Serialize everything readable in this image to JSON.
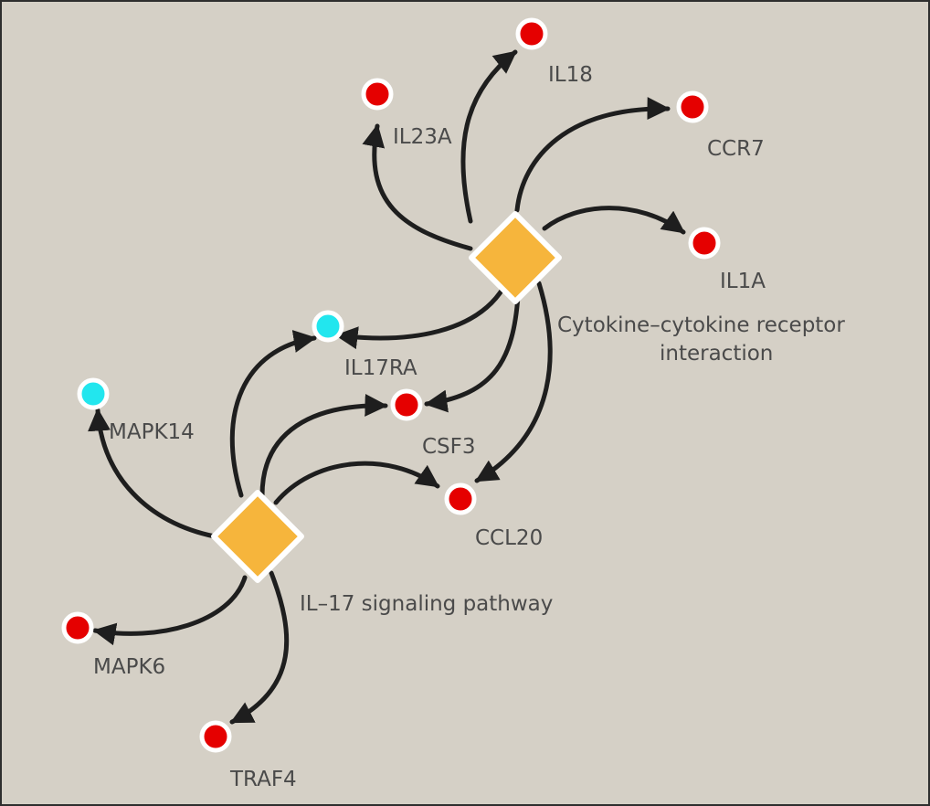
{
  "colors": {
    "background": "#d5d0c6",
    "pathway": "#f6b53c",
    "gene_red": "#e50000",
    "gene_cyan": "#22e6ee",
    "edge": "#1e1e1e",
    "label": "#4a4a4a"
  },
  "pathways": [
    {
      "id": "cytokine",
      "label_lines": [
        "Cytokine–cytokine receptor",
        "interaction"
      ]
    },
    {
      "id": "il17",
      "label_lines": [
        "IL–17 signaling pathway"
      ]
    }
  ],
  "genes": [
    {
      "id": "IL18",
      "label": "IL18",
      "color": "red"
    },
    {
      "id": "IL23A",
      "label": "IL23A",
      "color": "red"
    },
    {
      "id": "CCR7",
      "label": "CCR7",
      "color": "red"
    },
    {
      "id": "IL1A",
      "label": "IL1A",
      "color": "red"
    },
    {
      "id": "IL17RA",
      "label": "IL17RA",
      "color": "cyan"
    },
    {
      "id": "MAPK14",
      "label": "MAPK14",
      "color": "cyan"
    },
    {
      "id": "CSF3",
      "label": "CSF3",
      "color": "red"
    },
    {
      "id": "CCL20",
      "label": "CCL20",
      "color": "red"
    },
    {
      "id": "MAPK6",
      "label": "MAPK6",
      "color": "red"
    },
    {
      "id": "TRAF4",
      "label": "TRAF4",
      "color": "red"
    }
  ],
  "edges": [
    {
      "from": "cytokine",
      "to": "IL18"
    },
    {
      "from": "cytokine",
      "to": "IL23A"
    },
    {
      "from": "cytokine",
      "to": "CCR7"
    },
    {
      "from": "cytokine",
      "to": "IL1A"
    },
    {
      "from": "cytokine",
      "to": "IL17RA"
    },
    {
      "from": "cytokine",
      "to": "CSF3"
    },
    {
      "from": "cytokine",
      "to": "CCL20"
    },
    {
      "from": "il17",
      "to": "IL17RA"
    },
    {
      "from": "il17",
      "to": "MAPK14"
    },
    {
      "from": "il17",
      "to": "CSF3"
    },
    {
      "from": "il17",
      "to": "CCL20"
    },
    {
      "from": "il17",
      "to": "MAPK6"
    },
    {
      "from": "il17",
      "to": "TRAF4"
    }
  ]
}
